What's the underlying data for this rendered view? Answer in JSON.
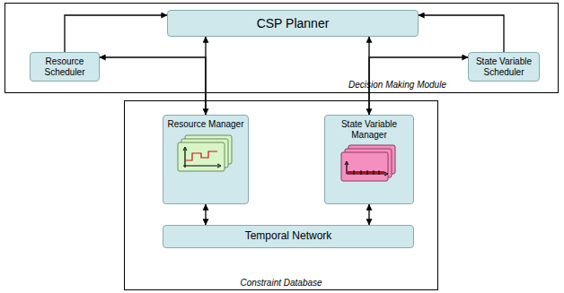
{
  "diagram": {
    "nodes": [
      {
        "text": [
          "Decision Making Module"
        ]
      },
      {
        "text": [
          "CSP Planner"
        ],
        "in": 0
      },
      {
        "text": [
          "Resource Scheduler"
        ],
        "in": 0
      },
      {
        "text": [
          "State Variable Scheduler"
        ],
        "in": 0
      },
      {
        "text": [
          "Constraint Database"
        ]
      },
      {
        "text": [
          "Resource Manager"
        ],
        "in": 4
      },
      {
        "text": [
          "State Variable Manager"
        ],
        "in": 4
      },
      {
        "text": [
          "Temporal Network"
        ],
        "in": 4
      }
    ],
    "edges": [
      {
        "from": 2,
        "to": 1,
        "arrow": "to"
      },
      {
        "from": 3,
        "to": 1,
        "arrow": "to"
      },
      {
        "from": 1,
        "to": 5,
        "arrow": "both"
      },
      {
        "from": 1,
        "to": 6,
        "arrow": "both"
      },
      {
        "from": 5,
        "to": 2,
        "arrow": "to"
      },
      {
        "from": 6,
        "to": 3,
        "arrow": "to"
      },
      {
        "from": 5,
        "to": 7,
        "arrow": "both"
      },
      {
        "from": 6,
        "to": 7,
        "arrow": "both"
      }
    ]
  }
}
